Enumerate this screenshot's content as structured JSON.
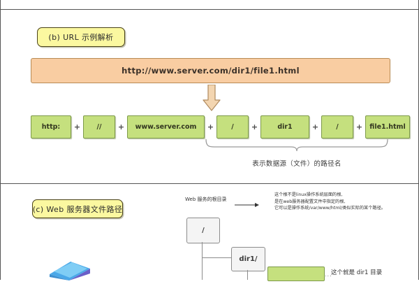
{
  "section_b": {
    "label": "(b)  URL 示例解析",
    "url": "http://www.server.com/dir1/file1.html",
    "arrow_icon": "down-arrow-icon",
    "tokens": [
      {
        "text": "http:",
        "width": 56
      },
      {
        "text": "//",
        "width": 44
      },
      {
        "text": "www.server.com",
        "width": 109
      },
      {
        "text": "/",
        "width": 44
      },
      {
        "text": "dir1",
        "width": 68
      },
      {
        "text": "/",
        "width": 44
      },
      {
        "text": "file1.html",
        "width": 62
      }
    ],
    "separator": "+",
    "brace_caption": "表示数据源（文件）的路径名"
  },
  "section_c": {
    "label": "(c)   Web 服务器文件路径",
    "root_note": "Web 服务的根目录",
    "root_arrow_icon": "right-arrow-icon",
    "right_note_lines": [
      "这个根不是linux操作系统层面的根,",
      "是在web服务器配置文件中指定的根,",
      "它可以是操作系统/var/www/html/类似实际的某个路径。"
    ],
    "tree": {
      "root_box": "/",
      "dir_box": "dir1/"
    },
    "chip_note": "这个就是 dir1 目录",
    "chip_dots": "...",
    "server_icon": "server-disk-icon"
  },
  "colors": {
    "label_yellow": "#fbf8a0",
    "url_orange": "#f9cda2",
    "token_green": "#c5e07e",
    "box_gray": "#f4f4f4",
    "rule_gray": "#555555"
  }
}
